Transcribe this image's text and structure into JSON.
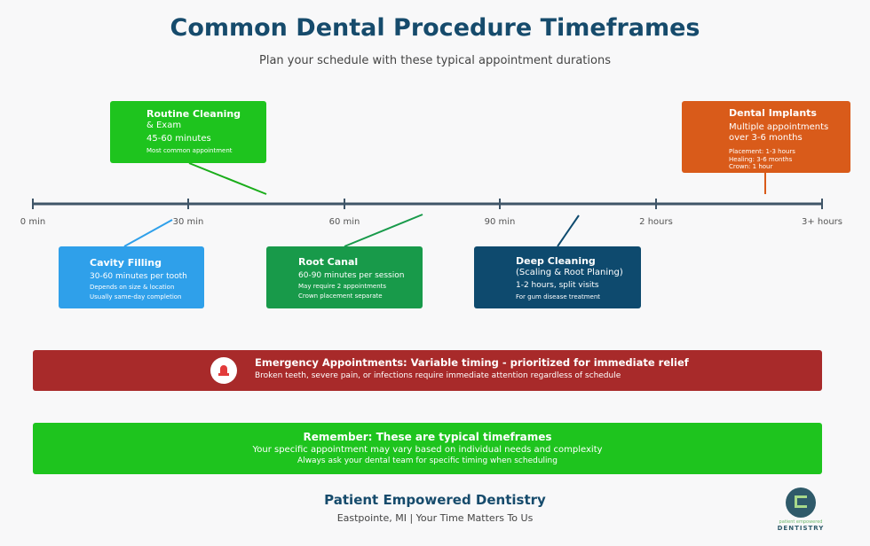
{
  "header": {
    "title": "Common Dental Procedure Timeframes",
    "subtitle": "Plan your schedule with these typical appointment durations"
  },
  "timeline": {
    "ticks": [
      "0 min",
      "30 min",
      "60 min",
      "90 min",
      "2 hours",
      "3+ hours"
    ],
    "axis_color": "#3f5568"
  },
  "procedures": [
    {
      "title": "Routine Cleaning",
      "subtitle": "& Exam",
      "duration": "45-60 minutes",
      "notes": [
        "Most common appointment"
      ],
      "color": "#1ec41e"
    },
    {
      "title": "Dental Implants",
      "duration": "Multiple appointments",
      "duration2": "over 3-6 months",
      "notes": [
        "Placement: 1-3 hours",
        "Healing: 3-6 months",
        "Crown: 1 hour"
      ],
      "color": "#d95b1a"
    },
    {
      "title": "Cavity Filling",
      "duration": "30-60 minutes per tooth",
      "notes": [
        "Depends on size & location",
        "Usually same-day completion"
      ],
      "color": "#2fa0ea"
    },
    {
      "title": "Root Canal",
      "duration": "60-90 minutes per session",
      "notes": [
        "May require 2 appointments",
        "Crown placement separate"
      ],
      "color": "#189a4a"
    },
    {
      "title": "Deep Cleaning",
      "subtitle": "(Scaling & Root Planing)",
      "duration": "1-2 hours, split visits",
      "notes": [
        "For gum disease treatment"
      ],
      "color": "#0e4a6e"
    }
  ],
  "emergency": {
    "icon": "siren-icon",
    "title": "Emergency Appointments: Variable timing - prioritized for immediate relief",
    "text": "Broken teeth, severe pain, or infections require immediate attention regardless of schedule",
    "color": "#a82a2a"
  },
  "remember": {
    "title": "Remember: These are typical timeframes",
    "line1": "Your specific appointment may vary based on individual needs and complexity",
    "line2": "Always ask your dental team for specific timing when scheduling",
    "color": "#1ec41e"
  },
  "footer": {
    "title": "Patient Empowered Dentistry",
    "subtitle": "Eastpointe, MI | Your Time Matters To Us",
    "logo_text": "patient empowered DENTISTRY"
  }
}
